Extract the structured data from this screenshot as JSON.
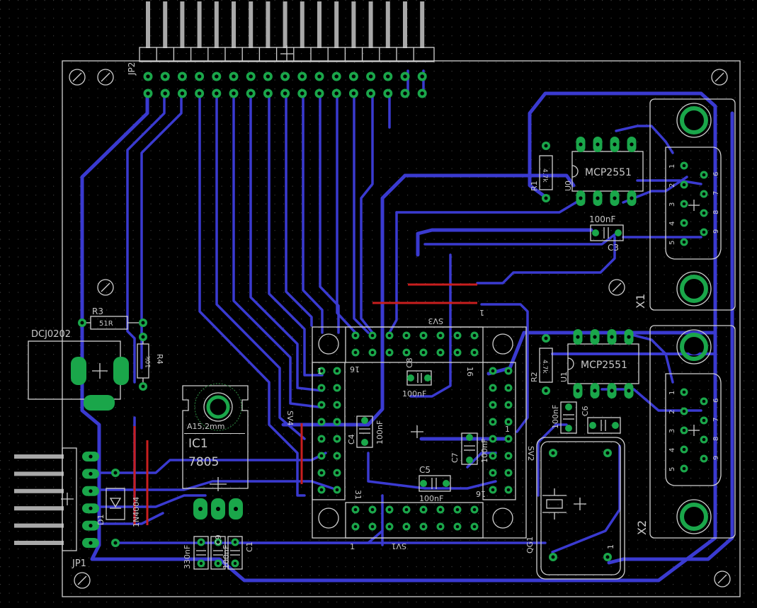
{
  "board": {
    "colors": {
      "background": "#000000",
      "copper": "#3a3ad0",
      "pad": "#1aa64a",
      "silkscreen": "#d0d0d0",
      "wire": "#c81e1e"
    }
  },
  "labels": {
    "jp2": "JP2",
    "jp1": "JP1",
    "u0": "U0",
    "u0_value": "MCP2551",
    "u1": "U1",
    "u1_value": "MCP2551",
    "x1": "X1",
    "x2": "X2",
    "r1": "R1",
    "r1_value": "4.7k",
    "r2": "R2",
    "r2_value": "4.7k",
    "r3": "R3",
    "r3_value": "51R",
    "r4": "R4",
    "r4_value": "10k",
    "c3": "C3",
    "c3_value": "100nF",
    "c6": "C6",
    "c6_value": "100nF",
    "c4": "C4",
    "c4_value": "100nF",
    "c8": "C8",
    "c8_value": "100nF",
    "c5": "C5",
    "c5_value": "100nF",
    "c7": "C7",
    "c7_value": "100nF",
    "c1": "C1",
    "c9": "C9",
    "c9_value": "100nF",
    "c10_value": "330nF",
    "c12_value": "100nF",
    "ic1": "IC1",
    "ic1_value": "7805",
    "heatsink": "A15,2mm",
    "dcj": "DCJ0202",
    "d1": "D1",
    "d1_value": "1N4004",
    "qg1": "QG1",
    "sv1": "SV1",
    "sv2": "SV2",
    "sv3": "SV3",
    "sv4": "SV4",
    "p1": "1",
    "p2": "1",
    "p3": "1",
    "p4": "1",
    "p5": "1",
    "p16a": "16",
    "p16b": "16",
    "p16c": "16",
    "p16d": "16",
    "p31": "31",
    "x1_pins": [
      "1",
      "2",
      "3",
      "4",
      "5",
      "6",
      "7",
      "8",
      "9"
    ],
    "x2_pins": [
      "1",
      "2",
      "3",
      "4",
      "5",
      "6",
      "7",
      "8",
      "9"
    ]
  }
}
